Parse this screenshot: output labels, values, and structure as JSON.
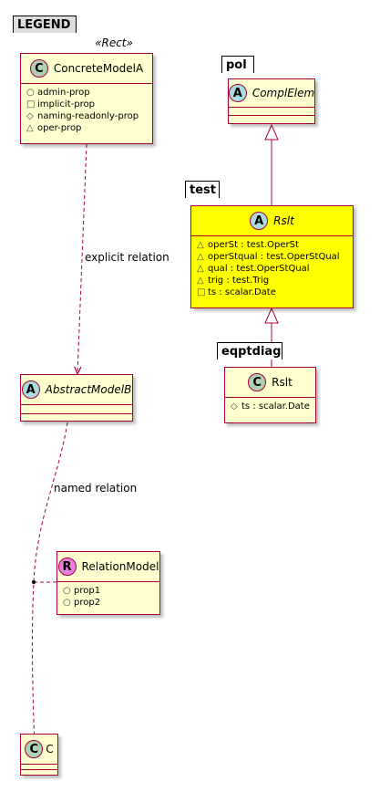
{
  "legend": {
    "package_name": "LEGEND",
    "stereotype": "«Rect»",
    "concrete_model": {
      "badge": "C",
      "name": "ConcreteModelA",
      "attrs": [
        {
          "vis": "○",
          "name": "admin-prop"
        },
        {
          "vis": "□",
          "name": "implicit-prop"
        },
        {
          "vis": "◇",
          "name": "naming-readonly-prop"
        },
        {
          "vis": "△",
          "name": "oper-prop"
        }
      ]
    },
    "abstract_model": {
      "badge": "A",
      "name": "AbstractModelB"
    },
    "relation_model": {
      "badge": "R",
      "name": "RelationModel",
      "attrs": [
        {
          "vis": "○",
          "name": "prop1"
        },
        {
          "vis": "○",
          "name": "prop2"
        }
      ]
    },
    "c_class": {
      "badge": "C",
      "name": "C"
    },
    "explicit_relation_label": "explicit relation",
    "named_relation_label": "named relation"
  },
  "pol": {
    "package_name": "pol",
    "compl_elem": {
      "badge": "A",
      "name": "ComplElem"
    }
  },
  "test": {
    "package_name": "test",
    "rslt": {
      "badge": "A",
      "name": "Rslt",
      "attrs": [
        {
          "vis": "△",
          "name": "operSt : test.OperSt"
        },
        {
          "vis": "△",
          "name": "operStqual : test.OperStQual"
        },
        {
          "vis": "△",
          "name": "qual : test.OperStQual"
        },
        {
          "vis": "△",
          "name": "trig : test.Trig"
        },
        {
          "vis": "□",
          "name": "ts : scalar.Date"
        }
      ]
    }
  },
  "eqptdiag": {
    "package_name": "eqptdiag",
    "rslt": {
      "badge": "C",
      "name": "Rslt",
      "attrs": [
        {
          "vis": "◇",
          "name": "ts : scalar.Date"
        }
      ]
    }
  },
  "colors": {
    "class_fill": "#FEFECE",
    "class_border": "#A80036",
    "highlight_fill": "#FFFF00",
    "legend_fill": "#DDDDDD",
    "badge_class": "#ADD1B2",
    "badge_abstract": "#A9DCDF",
    "badge_relation": "#E77FE0"
  }
}
